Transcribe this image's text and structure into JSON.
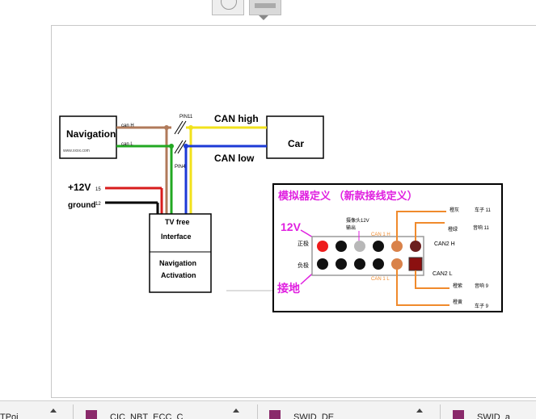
{
  "viewer": {
    "thumbnails": [
      "thumbnail-1",
      "thumbnail-2"
    ]
  },
  "diagram": {
    "navigation_box": {
      "title": "Navigation",
      "subtitle": "www.xxxx.com"
    },
    "car_box": {
      "label": "Car"
    },
    "can_h_label": "can H",
    "can_l_label": "can L",
    "pin11": "PIN11",
    "pin4": "PIN4",
    "can_high": "CAN high",
    "can_low": "CAN low",
    "plus12v": "+12V",
    "plus12v_pin": "15",
    "ground": "ground",
    "ground_pin": "12",
    "tv_free_line1": "TV free",
    "tv_free_line2": "Interface",
    "nav_act_line1": "Navigation",
    "nav_act_line2": "Activation"
  },
  "connector": {
    "title": "模拟器定义 （新款接线定义）",
    "v12": "12V",
    "ground_label": "接地",
    "zhengji": "正极",
    "fuji": "负极",
    "camera12v_line1": "摄像头12V",
    "camera12v_line2": "输出",
    "can1h": "CAN 1 H",
    "can1l": "CAN 1 L",
    "can2h": "CAN2 H",
    "can2l": "CAN2 L",
    "chezi11": "车子 11",
    "chezi9": "车子 9",
    "yinxiang11": "音响 11",
    "yinxiang9": "音响 9",
    "chenghui": "橙灰",
    "chenglv": "橙绿",
    "chengzi": "橙紫",
    "chenghuang": "橙黄",
    "colors": {
      "red": "#ee1c1c",
      "black": "#111111",
      "gray": "#b8b8b8",
      "orange": "#d9824a",
      "darkred": "#6b1f1f",
      "magenta": "#e020e0",
      "wire_orange": "#f08a2c"
    }
  },
  "taskbar": {
    "items": [
      {
        "label": "TPoi",
        "icon": "file-icon"
      },
      {
        "label": "CIC_NBT_ECC_C",
        "icon": "file-icon"
      },
      {
        "label": "SWID_DE",
        "icon": "file-icon"
      },
      {
        "label": "SWID_a",
        "icon": "file-icon"
      }
    ]
  }
}
